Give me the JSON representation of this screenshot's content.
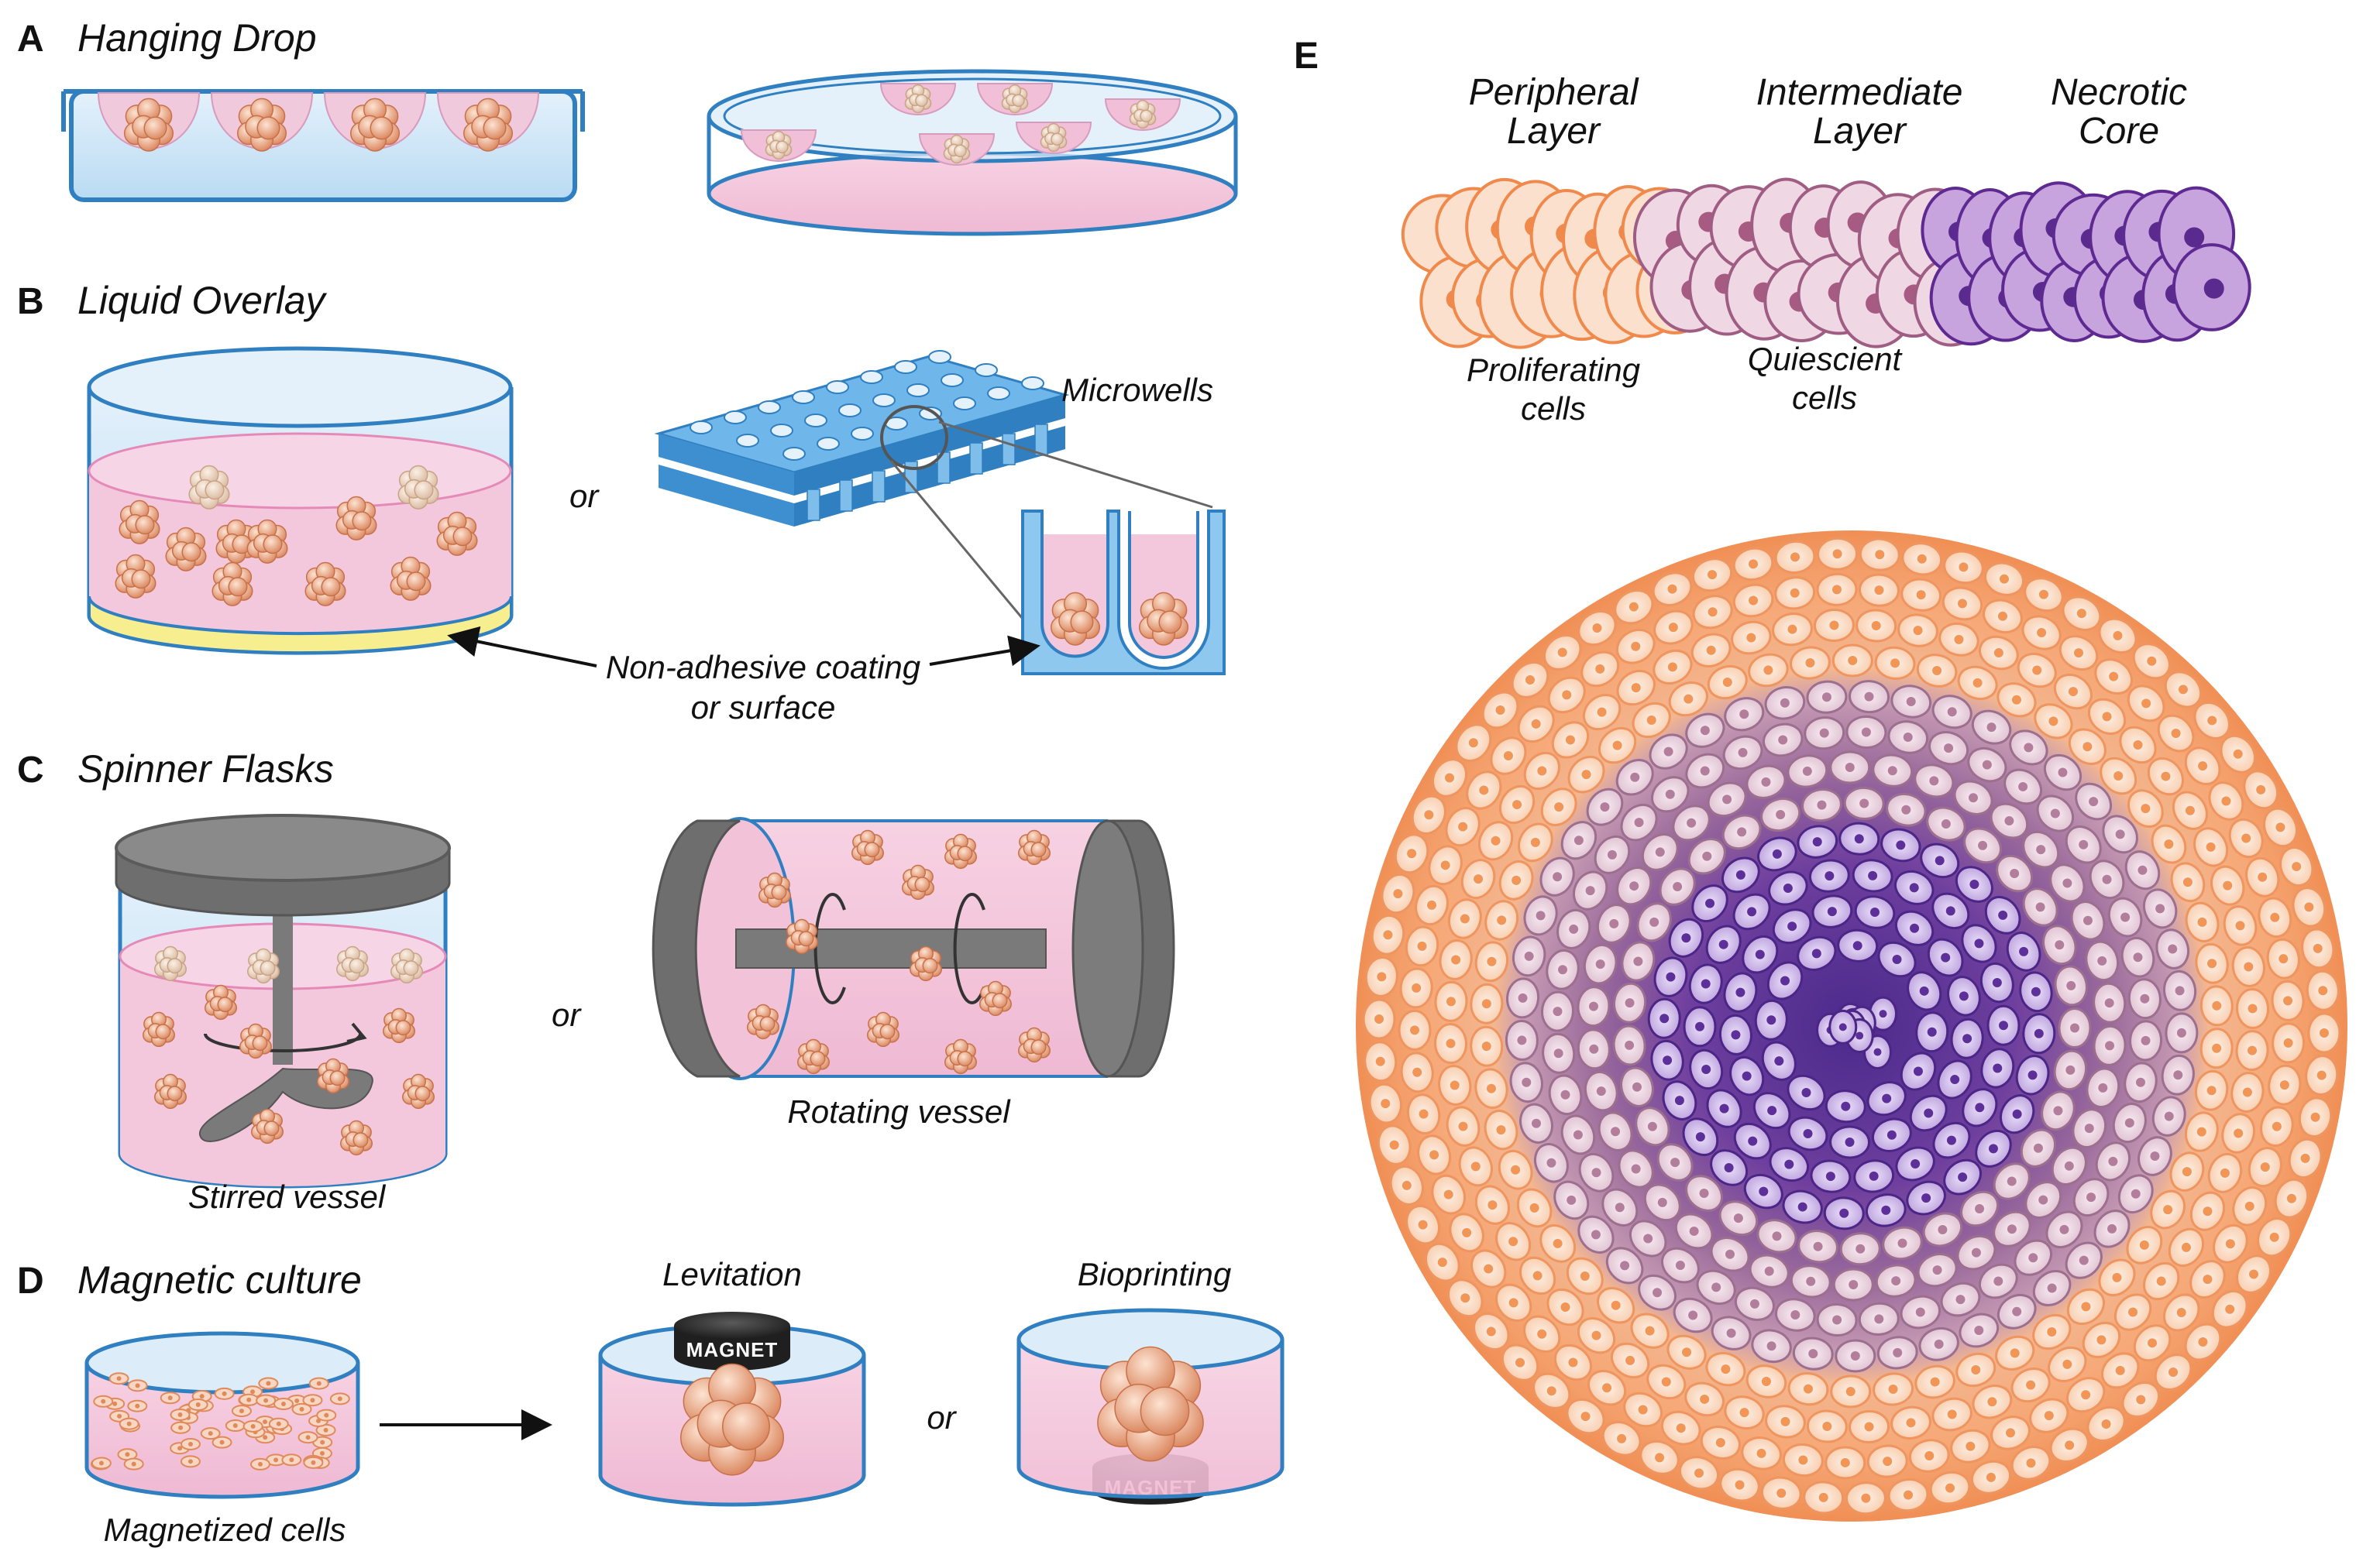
{
  "panels": {
    "a": {
      "letter": "A",
      "title": "Hanging Drop"
    },
    "b": {
      "letter": "B",
      "title": "Liquid Overlay",
      "or_label": "or",
      "microwells_label": "Microwells",
      "coating_label_1": "Non-adhesive coating",
      "coating_label_2": "or surface"
    },
    "c": {
      "letter": "C",
      "title": "Spinner Flasks",
      "or_label": "or",
      "stirred_label": "Stirred vessel",
      "rotating_label": "Rotating vessel"
    },
    "d": {
      "letter": "D",
      "title": "Magnetic culture",
      "magnetized_label": "Magnetized cells",
      "levitation_label": "Levitation",
      "bioprinting_label": "Bioprinting",
      "or_label": "or",
      "magnet_label": "MAGNET"
    },
    "e": {
      "letter": "E",
      "peripheral_1": "Peripheral",
      "peripheral_2": "Layer",
      "intermediate_1": "Intermediate",
      "intermediate_2": "Layer",
      "necrotic_1": "Necrotic",
      "necrotic_2": "Core",
      "proliferating_1": "Proliferating",
      "proliferating_2": "cells",
      "quiescient_1": "Quiescient",
      "quiescient_2": "cells"
    }
  },
  "colors": {
    "medium_blue": "#cfe6f7",
    "outline_blue": "#2f7fc1",
    "medium_pink": "#f3c4dc",
    "spheroid": "#f0b090",
    "gray": "#6e6e6e",
    "coating_yellow": "#f7ee8f",
    "proliferating": "#f29a62",
    "quiescent": "#a56c8e",
    "necrotic": "#6f3d9c"
  }
}
